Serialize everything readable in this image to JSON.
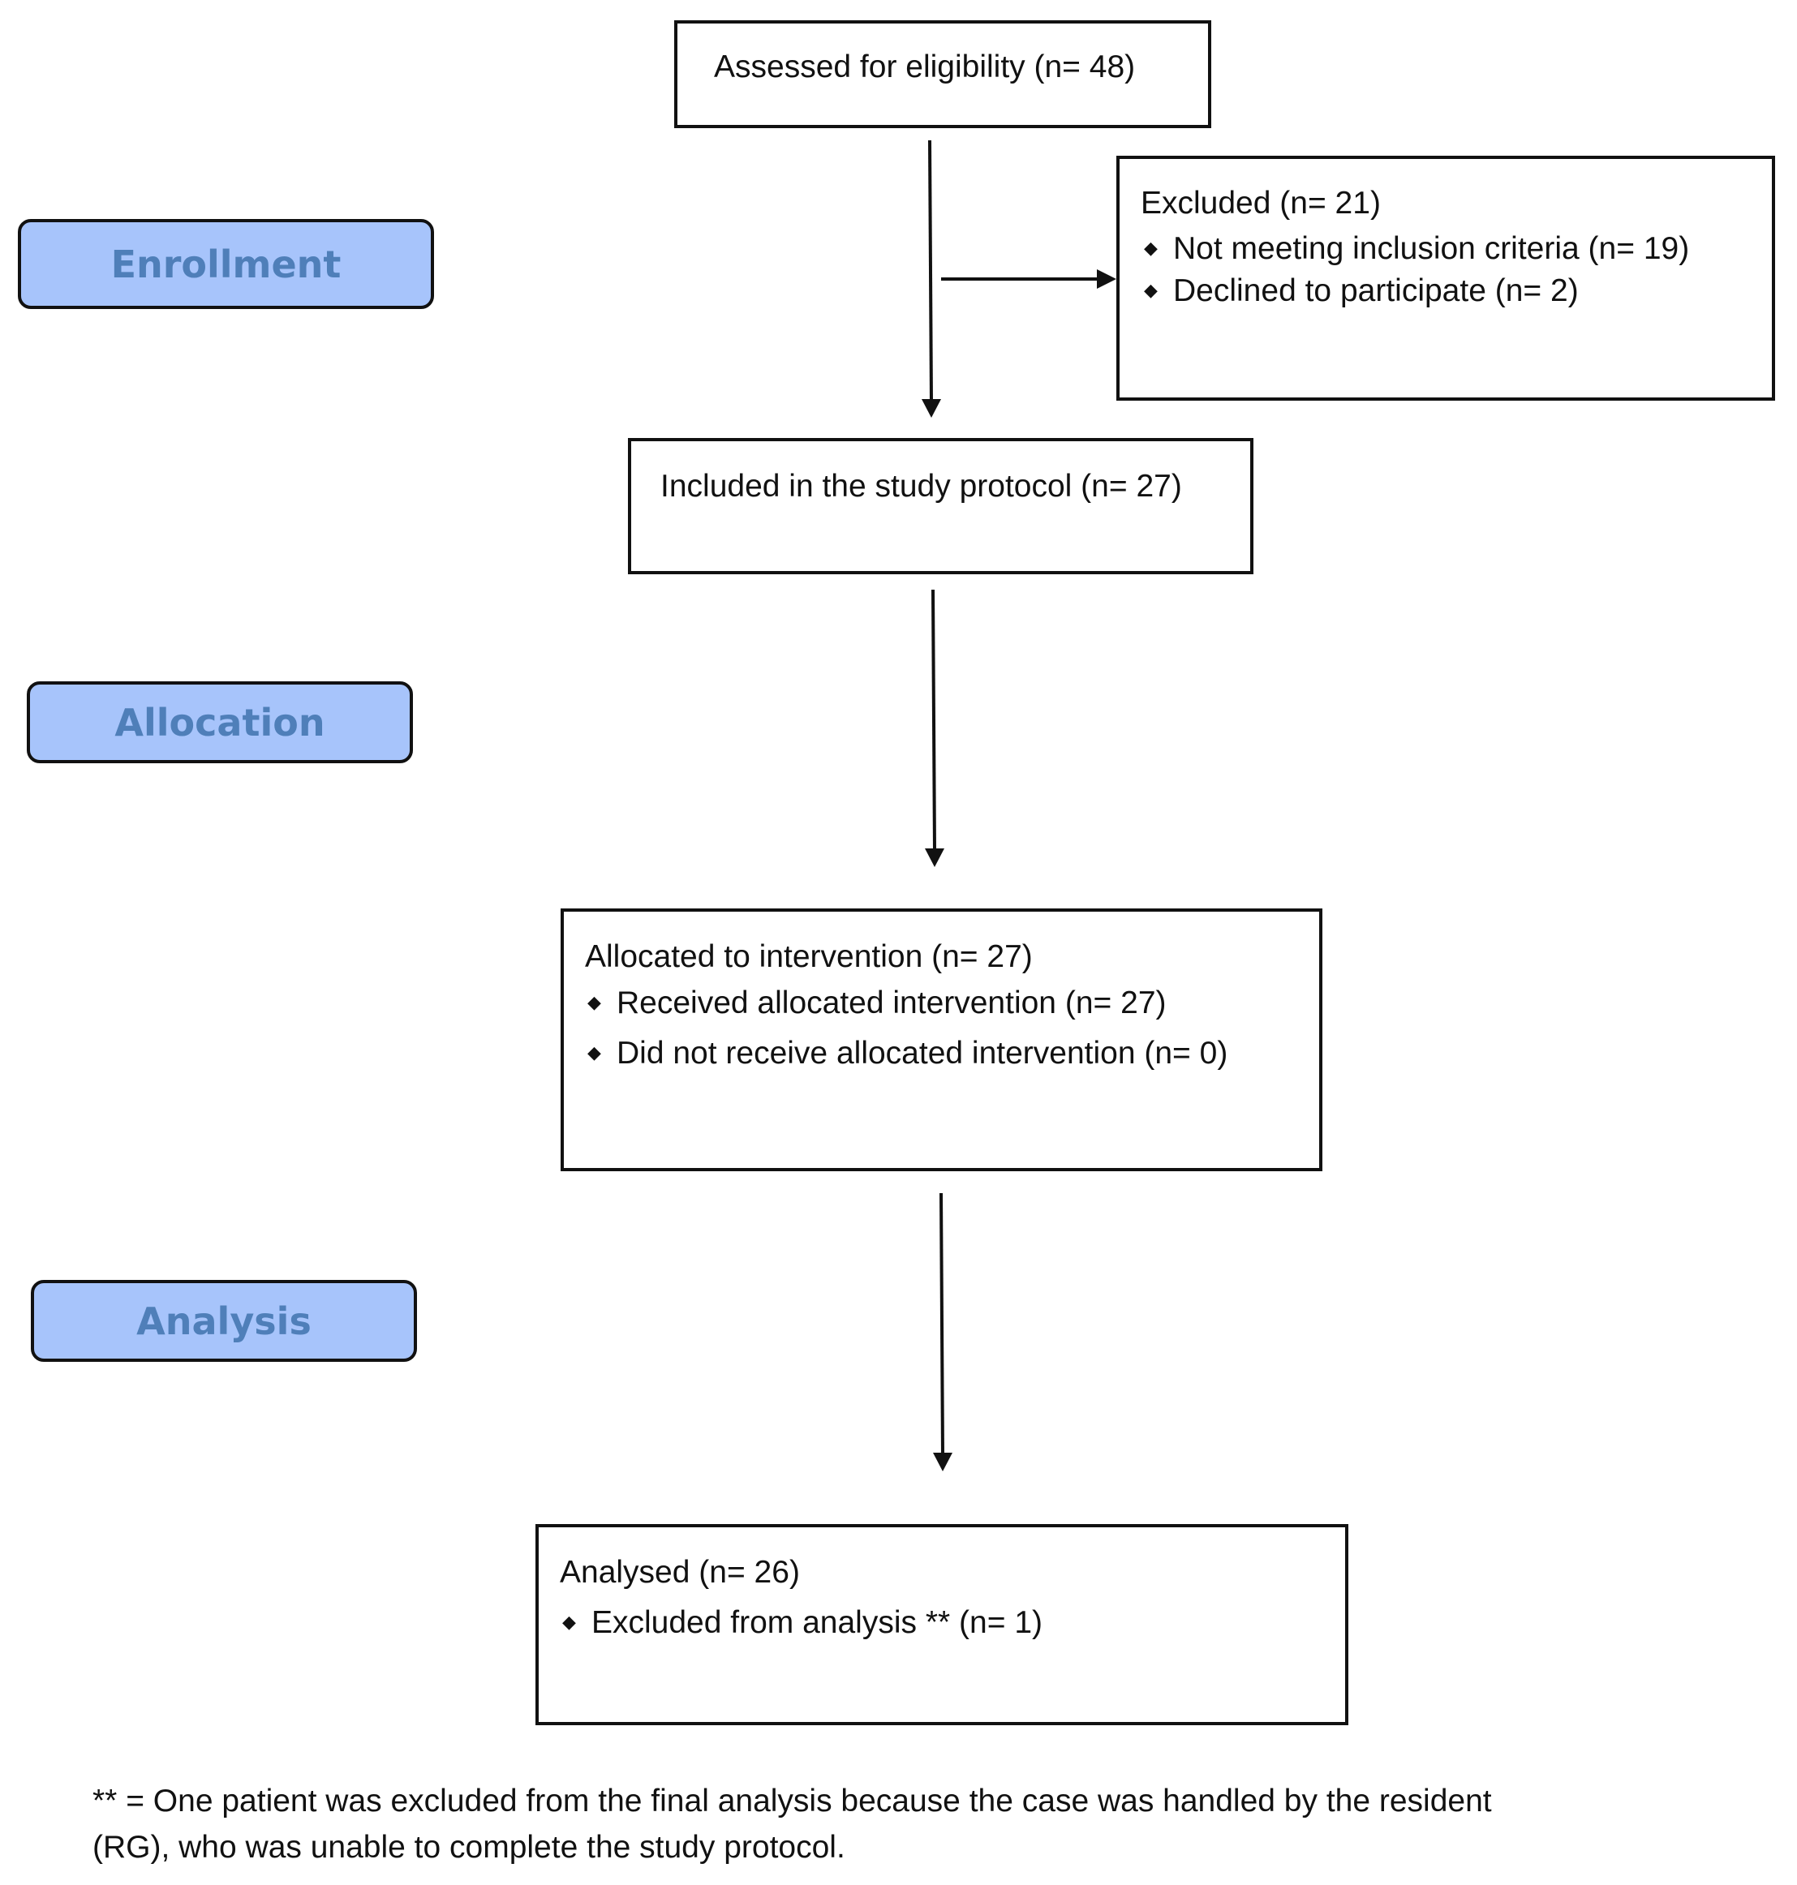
{
  "stages": {
    "enrollment": "Enrollment",
    "allocation": "Allocation",
    "analysis": "Analysis"
  },
  "assessed": {
    "text": "Assessed for eligibility (n= 48)"
  },
  "excluded": {
    "title": "Excluded  (n=  21)",
    "items": [
      "Not meeting inclusion criteria (n= 19)",
      "Declined to participate (n= 2)"
    ]
  },
  "included": {
    "text": "Included in the study protocol (n= 27)"
  },
  "allocated": {
    "title": "Allocated to intervention (n= 27)",
    "items": [
      "Received allocated intervention (n= 27)",
      "Did not receive allocated intervention (n=  0)"
    ]
  },
  "analysed": {
    "title": "Analysed  (n= 26)",
    "items": [
      "Excluded from analysis ** (n=  1)"
    ]
  },
  "footnote": {
    "line1": "** = One patient was excluded from the final analysis because the case was handled by the resident",
    "line2": "(RG), who was unable to complete the study protocol."
  },
  "colors": {
    "stage_fill": "#a7c4fb",
    "stage_text": "#4f7fb9",
    "line": "#111111"
  }
}
